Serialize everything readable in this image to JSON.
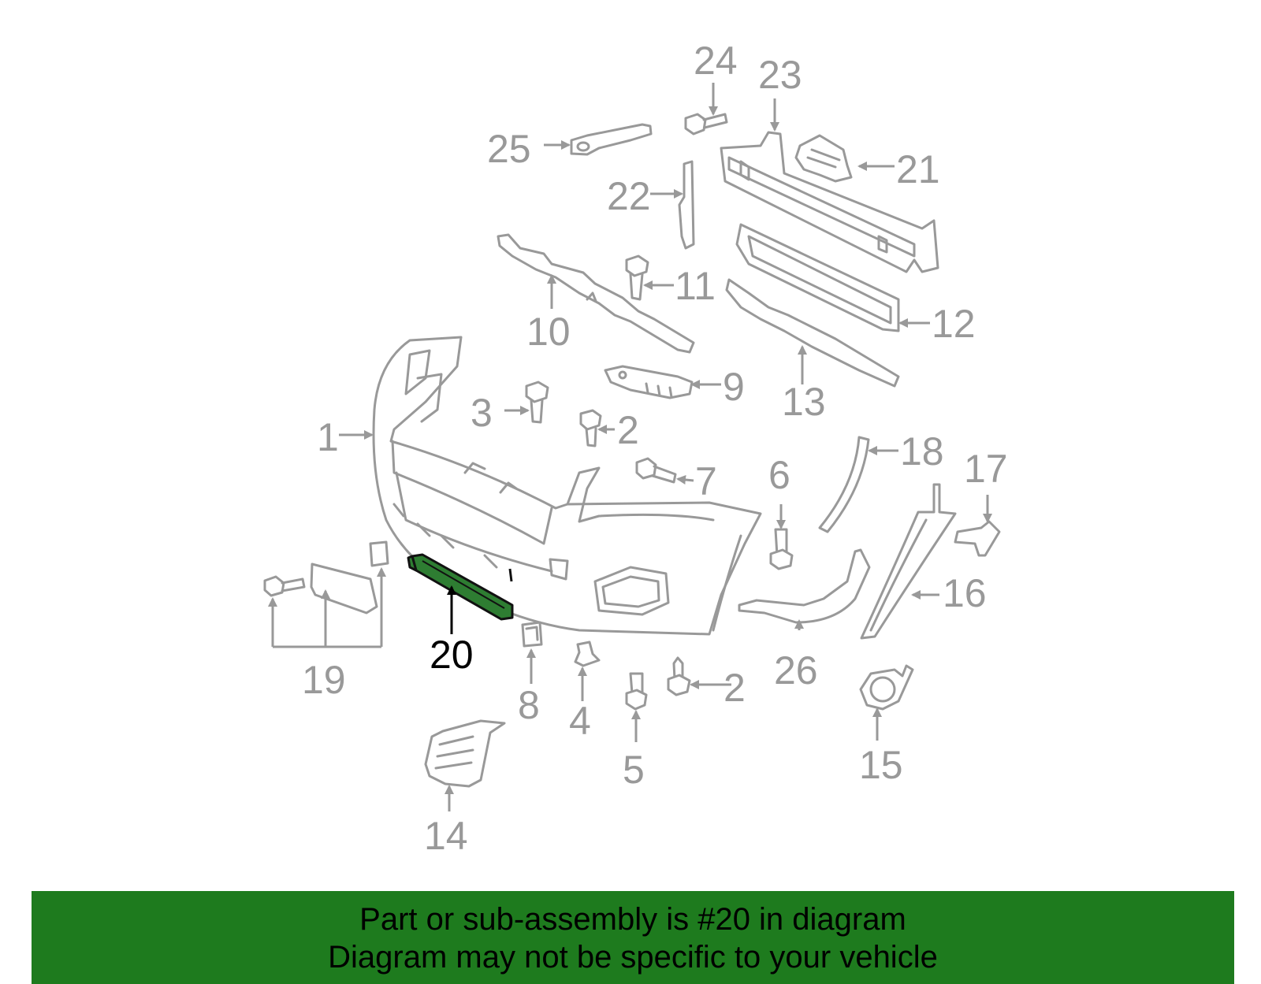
{
  "diagram": {
    "highlighted_part": "20",
    "highlight_color": "#2e7d32",
    "labels": {
      "p1": "1",
      "p2a": "2",
      "p2b": "2",
      "p3": "3",
      "p4": "4",
      "p5": "5",
      "p6": "6",
      "p7": "7",
      "p8": "8",
      "p9": "9",
      "p10": "10",
      "p11": "11",
      "p12": "12",
      "p13": "13",
      "p14": "14",
      "p15": "15",
      "p16": "16",
      "p17": "17",
      "p18": "18",
      "p19": "19",
      "p20": "20",
      "p21": "21",
      "p22": "22",
      "p23": "23",
      "p24": "24",
      "p25": "25",
      "p26": "26"
    }
  },
  "banner": {
    "line1": "Part or sub-assembly is #20 in diagram",
    "line2": "Diagram may not be specific to your vehicle",
    "color": "#1e7b1e"
  }
}
